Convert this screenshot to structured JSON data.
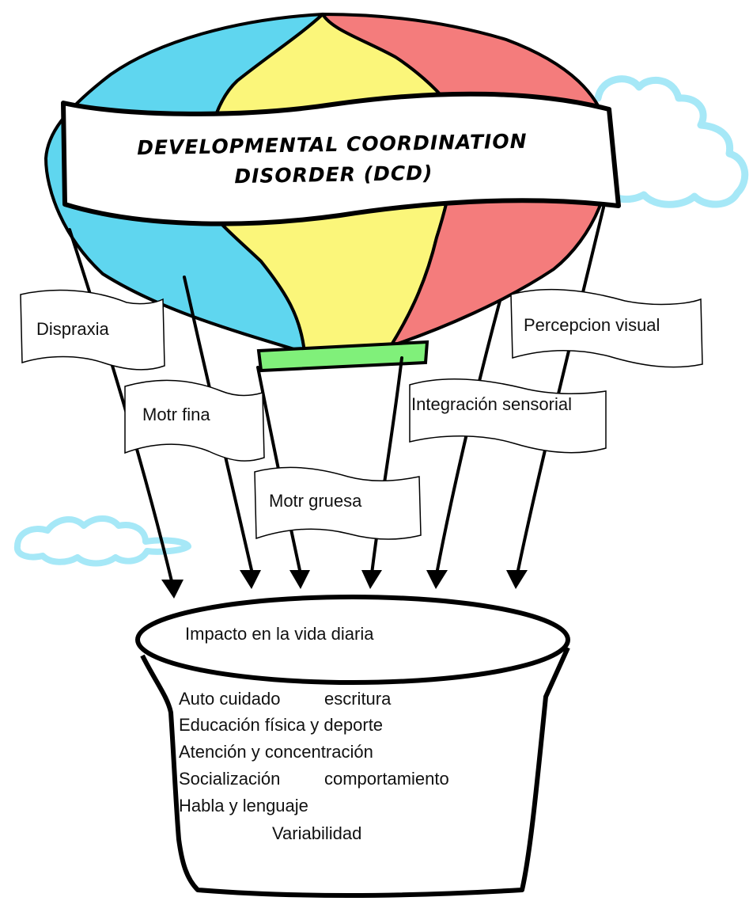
{
  "balloon": {
    "title_line1": "DEVELOPMENTAL COORDINATION",
    "title_line2": "DISORDER (DCD)"
  },
  "flags": {
    "dispraxia": "Dispraxia",
    "motr_fina": "Motr fina",
    "motr_gruesa": "Motr gruesa",
    "integracion_sensorial": "Integración sensorial",
    "percepcion_visual": "Percepcion visual"
  },
  "basket": {
    "rim_label": "Impacto en la vida diaria",
    "lines": {
      "line1a": "Auto cuidado",
      "line1b": "escritura",
      "line2": "Educación física y deporte",
      "line3": "Atención y concentración",
      "line4a": "Socialización",
      "line4b": "comportamiento",
      "line5": "Habla y lenguaje",
      "line6": "Variabilidad"
    }
  },
  "colors": {
    "balloon_blue": "#5fd6ef",
    "balloon_yellow": "#fbf67a",
    "balloon_red": "#f47c7c",
    "neck_green": "#80f07a",
    "cloud_outline": "#a6e8f7",
    "ink": "#000000"
  },
  "icons": {
    "cloud": "cloud-icon",
    "arrow": "arrow-down-icon"
  }
}
